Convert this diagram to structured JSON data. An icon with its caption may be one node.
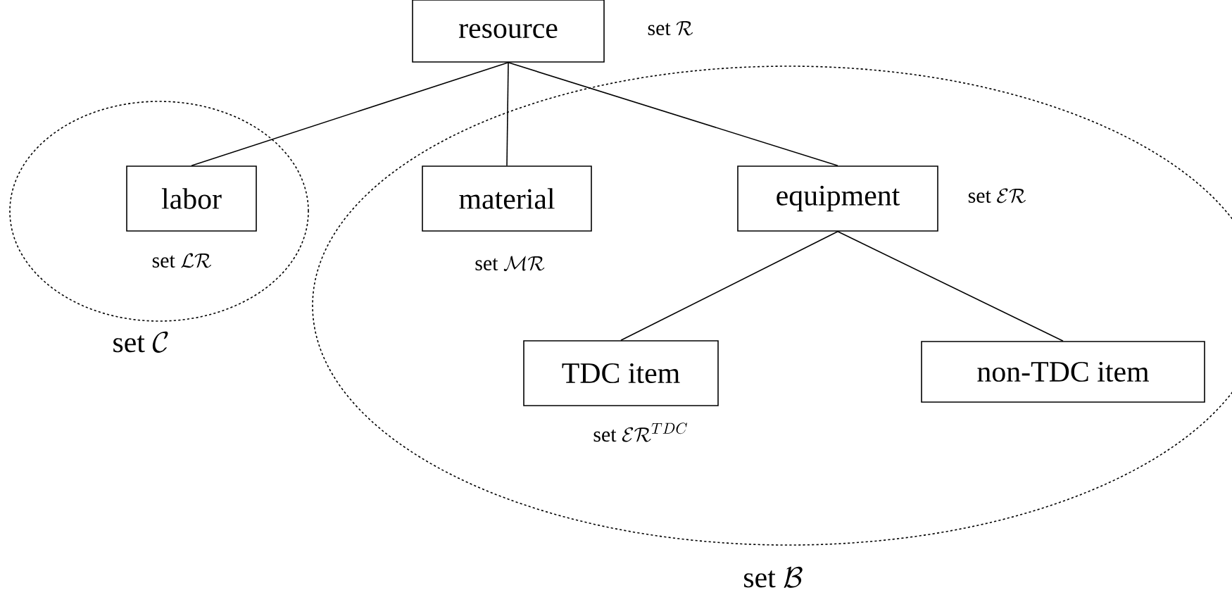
{
  "diagram": {
    "nodes": [
      {
        "text": [
          "resource"
        ],
        "beside": [
          "\\mathrm{set}\\ \\mathcal{R}"
        ]
      },
      {
        "text": [
          "\\mathrm{set}\\ \\mathcal{C}"
        ]
      },
      {
        "text": [
          "labor"
        ],
        "in": 1,
        "beside": [
          "\\mathrm{set}\\ \\mathcal{LR}"
        ]
      },
      {
        "text": [
          "\\mathrm{set}\\ \\mathcal{B}"
        ]
      },
      {
        "text": [
          "material"
        ],
        "in": 3,
        "beside": [
          "\\mathrm{set}\\ \\mathcal{MR}"
        ]
      },
      {
        "text": [
          "equipment"
        ],
        "in": 3,
        "beside": [
          "\\mathrm{set}\\ \\mathcal{ER}"
        ]
      },
      {
        "text": [
          "TDC item"
        ],
        "in": 3,
        "beside": [
          "\\mathrm{set}\\ \\mathcal{ER}^{TDC}"
        ]
      },
      {
        "text": [
          "non-TDC item"
        ],
        "in": 3
      }
    ],
    "edges": [
      {
        "from": 0,
        "to": 2,
        "arrow": "none"
      },
      {
        "from": 0,
        "to": 4,
        "arrow": "none"
      },
      {
        "from": 0,
        "to": 5,
        "arrow": "none"
      },
      {
        "from": 5,
        "to": 6,
        "arrow": "none"
      },
      {
        "from": 5,
        "to": 7,
        "arrow": "none"
      }
    ]
  }
}
